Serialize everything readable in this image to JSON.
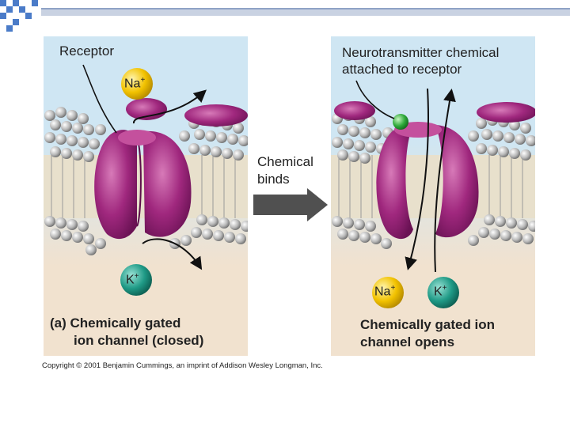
{
  "colors": {
    "fluid_top": "#cfe6f3",
    "fluid_bottom": "#f1e2cf",
    "channel_purple": "#a0287e",
    "lipid_head": "#b8b8b8",
    "sodium_ion": "#f2c200",
    "potassium_ion": "#1f9a86",
    "neurotransmitter": "#2faa3a",
    "arrow_gray": "#505050",
    "deco_blue": "#4a7bc8"
  },
  "panel_a": {
    "receptor_label": "Receptor",
    "na_ion": {
      "symbol": "Na",
      "charge": "+"
    },
    "k_ion": {
      "symbol": "K",
      "charge": "+"
    },
    "caption_line1": "(a) Chemically gated",
    "caption_line2": "ion channel (closed)"
  },
  "middle": {
    "line1": "Chemical",
    "line2": "binds"
  },
  "panel_b": {
    "title_line1": "Neurotransmitter chemical",
    "title_line2": "attached to receptor",
    "na_ion": {
      "symbol": "Na",
      "charge": "+"
    },
    "k_ion": {
      "symbol": "K",
      "charge": "+"
    },
    "caption_line1": "Chemically gated ion",
    "caption_line2": "channel opens"
  },
  "copyright": "Copyright © 2001 Benjamin Cummings, an imprint of Addison Wesley Longman, Inc."
}
